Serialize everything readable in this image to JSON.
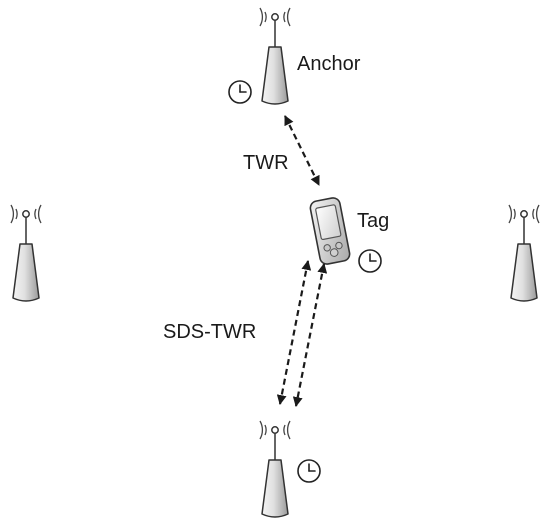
{
  "labels": {
    "anchor": "Anchor",
    "tag": "Tag",
    "twr": "TWR",
    "sds_twr": "SDS-TWR"
  },
  "icons": {
    "anchor": "antenna-tower-icon",
    "tag": "handheld-device-icon",
    "clock": "clock-icon",
    "link": "dashed-double-arrow"
  },
  "colors": {
    "stroke": "#333333",
    "tower_light": "#f4f4f4",
    "tower_dark": "#9a9a9a",
    "text": "#1a1a1a"
  }
}
